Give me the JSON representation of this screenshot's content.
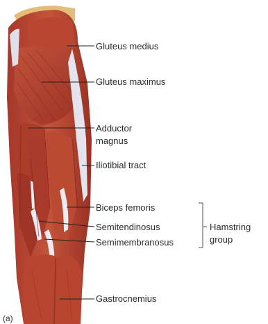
{
  "panel_letter": "(a)",
  "labels": {
    "gluteus_medius": "Gluteus medius",
    "gluteus_maximus": "Gluteus maximus",
    "adductor_line1": "Adductor",
    "adductor_line2": "magnus",
    "iliotibial_tract": "Iliotibial tract",
    "biceps_femoris": "Biceps femoris",
    "semitendinosus": "Semitendinosus",
    "semimembranosus": "Semimembranosus",
    "gastrocnemius": "Gastrocnemius"
  },
  "group": {
    "line1": "Hamstring",
    "line2": "group"
  },
  "colors": {
    "muscle": "#b5432e",
    "muscle_dark": "#8c2a1c",
    "tendon": "#e9e9f2",
    "skin": "#e8c07a"
  }
}
